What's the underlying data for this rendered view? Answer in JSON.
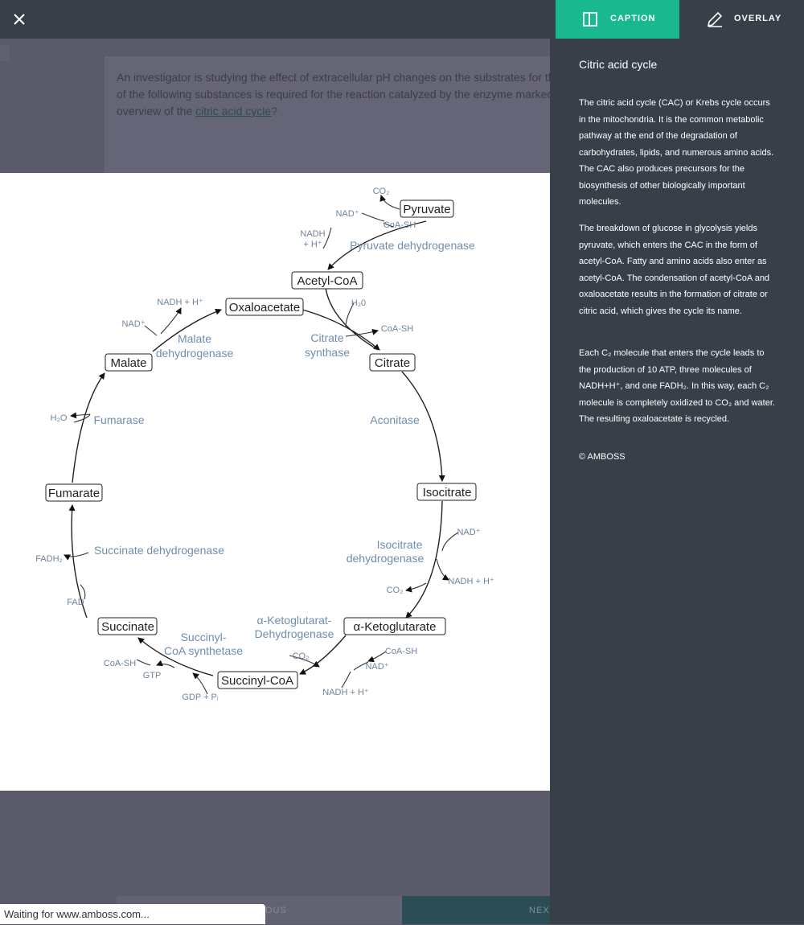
{
  "toolbar": {
    "caption_tab_label": "CAPTION",
    "overlay_tab_label": "OVERLAY",
    "close_icon": "close-icon",
    "caption_icon": "panel-icon",
    "overlay_icon": "pencil-icon",
    "accent_color": "#19b88f"
  },
  "question": {
    "line1": "An investigator is studying the effect of extracellular pH changes on the substrates for th",
    "line2": "of the following substances is required for the reaction catalyzed by the enzyme marked",
    "line3_prefix": "overview of the ",
    "line3_link": "citric acid cycle",
    "line3_suffix": "?"
  },
  "diagram": {
    "nodes": {
      "pyruvate": "Pyruvate",
      "acetyl_coa": "Acetyl-CoA",
      "oxaloacetate": "Oxaloacetate",
      "citrate": "Citrate",
      "isocitrate": "Isocitrate",
      "alpha_kg": "α-Ketoglutarate",
      "succinyl_coa": "Succinyl-CoA",
      "succinate": "Succinate",
      "fumarate": "Fumarate",
      "malate": "Malate"
    },
    "enzymes": {
      "pdh": "Pyruvate dehydrogenase",
      "cs_1": "Citrate",
      "cs_2": "synthase",
      "aconitase": "Aconitase",
      "idh_1": "Isocitrate",
      "idh_2": "dehydrogenase",
      "akgdh_1": "α-Ketoglutarat-",
      "akgdh_2": "Dehydrogenase",
      "scs_1": "Succinyl-",
      "scs_2": "CoA synthetase",
      "sdh": "Succinate dehydrogenase",
      "fumarase": "Fumarase",
      "mdh_1": "Malate",
      "mdh_2": "dehydrogenase"
    },
    "cofactors": {
      "co2_pyr": "CO₂",
      "nad_pyr": "NAD⁺",
      "coash_pyr": "CoA-SH",
      "nadh_pyr_1": "NADH",
      "nadh_pyr_2": "+ H⁺",
      "h2o_cs": "H₂0",
      "coash_cs": "CoA-SH",
      "nad_idh": "NAD⁺",
      "nadh_idh": "NADH + H⁺",
      "co2_idh": "CO₂",
      "co2_akg": "CO₂",
      "coash_akg": "CoA-SH",
      "nad_akg": "NAD⁺",
      "nadh_akg": "NADH + H⁺",
      "coash_scs": "CoA-SH",
      "gtp_scs": "GTP",
      "gdp_scs": "GDP + Pᵢ",
      "fadh2": "FADH₂",
      "fad": "FAD",
      "h2o_fum": "H₂O",
      "nadh_mdh": "NADH + H⁺",
      "nad_mdh": "NAD⁺"
    }
  },
  "caption": {
    "title": "Citric acid cycle",
    "p1": "The citric acid cycle (CAC) or Krebs cycle occurs in the mitochondria. It is the common metabolic pathway at the end of the degradation of carbohydrates, lipids, and numerous amino acids. The CAC also produces precursors for the biosynthesis of other biologically important molecules.",
    "p2": "The breakdown of glucose in glycolysis yields pyruvate, which enters the CAC in the form of acetyl-CoA. Fatty and amino acids also enter as acetyl-CoA. The condensation of acetyl-CoA and oxaloacetate results in the formation of citrate or citric acid, which gives the cycle its name.",
    "p3": "Each C₂ molecule that enters the cycle leads to the production of 10 ATP, three molecules of NADH+H⁺, and one FADH₂. In this way, each C₂ molecule is completely oxidized to CO₂ and water. The resulting oxaloacetate is recycled.",
    "copyright": "© AMBOSS"
  },
  "footer": {
    "left_btn": "OUS",
    "right_btn": "NEX"
  },
  "status_bar": {
    "text": "Waiting for www.amboss.com..."
  }
}
